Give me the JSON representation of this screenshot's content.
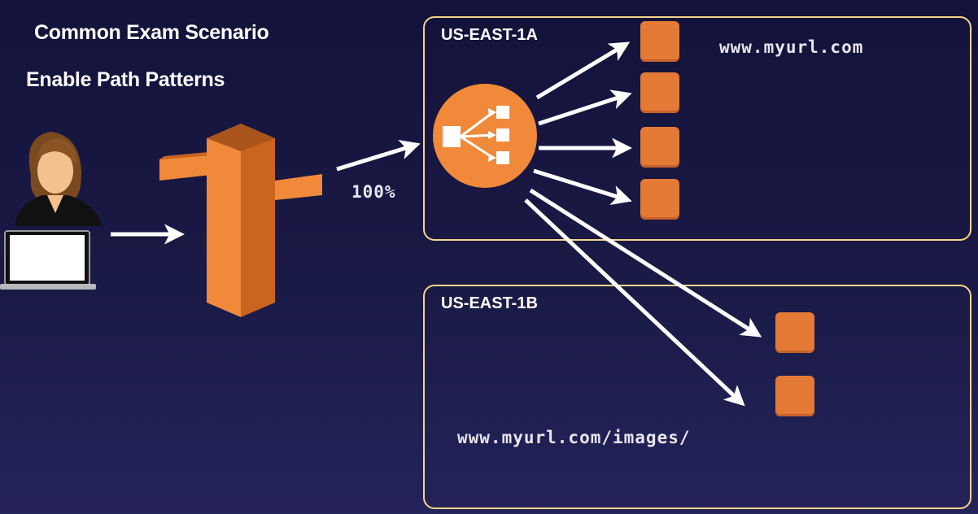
{
  "title": "Common Exam Scenario",
  "subtitle": "Enable Path Patterns",
  "zones": [
    {
      "label": "US-EAST-1A",
      "url": "www.myurl.com"
    },
    {
      "label": "US-EAST-1B",
      "url": "www.myurl.com/images/"
    }
  ],
  "traffic_percent": "100%",
  "colors": {
    "background": "#1a1a46",
    "aws_orange": "#f08a3a",
    "instance": "#e47a36",
    "zone_border": "#f6d48a",
    "text": "#ffffff"
  },
  "icons": [
    "user-icon",
    "laptop-icon",
    "route53-icon",
    "load-balancer-icon",
    "ec2-instance-icon",
    "arrow-icon"
  ]
}
